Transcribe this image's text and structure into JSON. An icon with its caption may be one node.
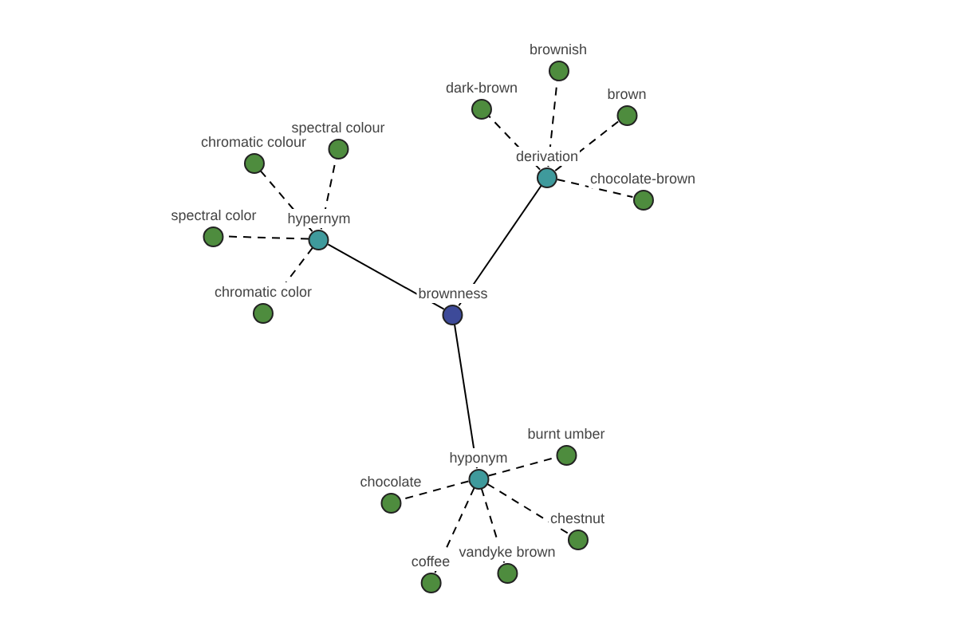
{
  "diagram": {
    "nodes": [
      {
        "text": [
          "brownness"
        ]
      },
      {
        "text": [
          "hypernym"
        ]
      },
      {
        "text": [
          "chromatic colour"
        ]
      },
      {
        "text": [
          "spectral colour"
        ]
      },
      {
        "text": [
          "spectral color"
        ]
      },
      {
        "text": [
          "chromatic color"
        ]
      },
      {
        "text": [
          "derivation"
        ]
      },
      {
        "text": [
          "brownish"
        ]
      },
      {
        "text": [
          "dark-brown"
        ]
      },
      {
        "text": [
          "brown"
        ]
      },
      {
        "text": [
          "chocolate-brown"
        ]
      },
      {
        "text": [
          "hyponym"
        ]
      },
      {
        "text": [
          "burnt umber"
        ]
      },
      {
        "text": [
          "chocolate"
        ]
      },
      {
        "text": [
          "chestnut"
        ]
      },
      {
        "text": [
          "vandyke brown"
        ]
      },
      {
        "text": [
          "coffee"
        ]
      }
    ],
    "edges": [
      {
        "from": 0,
        "to": 1,
        "arrow": "none"
      },
      {
        "from": 0,
        "to": 6,
        "arrow": "none"
      },
      {
        "from": 0,
        "to": 11,
        "arrow": "none"
      },
      {
        "from": 1,
        "to": 2,
        "arrow": "none",
        "style": "dashed"
      },
      {
        "from": 1,
        "to": 3,
        "arrow": "none",
        "style": "dashed"
      },
      {
        "from": 1,
        "to": 4,
        "arrow": "none",
        "style": "dashed"
      },
      {
        "from": 1,
        "to": 5,
        "arrow": "none",
        "style": "dashed"
      },
      {
        "from": 6,
        "to": 7,
        "arrow": "none",
        "style": "dashed"
      },
      {
        "from": 6,
        "to": 8,
        "arrow": "none",
        "style": "dashed"
      },
      {
        "from": 6,
        "to": 9,
        "arrow": "none",
        "style": "dashed"
      },
      {
        "from": 6,
        "to": 10,
        "arrow": "none",
        "style": "dashed"
      },
      {
        "from": 11,
        "to": 12,
        "arrow": "none",
        "style": "dashed"
      },
      {
        "from": 11,
        "to": 13,
        "arrow": "none",
        "style": "dashed"
      },
      {
        "from": 11,
        "to": 14,
        "arrow": "none",
        "style": "dashed"
      },
      {
        "from": 11,
        "to": 15,
        "arrow": "none",
        "style": "dashed"
      },
      {
        "from": 11,
        "to": 16,
        "arrow": "none",
        "style": "dashed"
      }
    ]
  }
}
